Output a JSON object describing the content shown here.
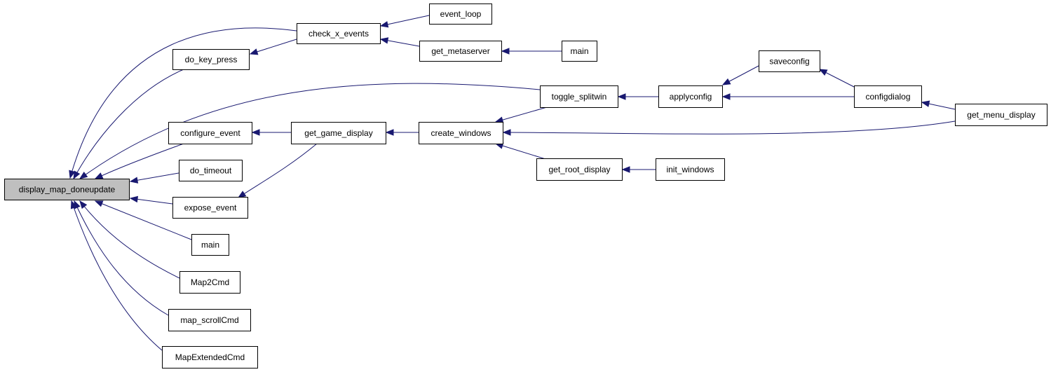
{
  "graph": {
    "edge_color": "#191970",
    "root_fill": "#bfbfbf",
    "nodes": [
      {
        "id": "display_map_doneupdate",
        "label": "display_map_doneupdate",
        "root": true
      },
      {
        "id": "check_x_events",
        "label": "check_x_events"
      },
      {
        "id": "do_key_press",
        "label": "do_key_press"
      },
      {
        "id": "event_loop",
        "label": "event_loop"
      },
      {
        "id": "get_metaserver",
        "label": "get_metaserver"
      },
      {
        "id": "main_a",
        "label": "main"
      },
      {
        "id": "toggle_splitwin",
        "label": "toggle_splitwin"
      },
      {
        "id": "applyconfig",
        "label": "applyconfig"
      },
      {
        "id": "saveconfig",
        "label": "saveconfig"
      },
      {
        "id": "configdialog",
        "label": "configdialog"
      },
      {
        "id": "get_menu_display",
        "label": "get_menu_display"
      },
      {
        "id": "configure_event",
        "label": "configure_event"
      },
      {
        "id": "get_game_display",
        "label": "get_game_display"
      },
      {
        "id": "create_windows",
        "label": "create_windows"
      },
      {
        "id": "do_timeout",
        "label": "do_timeout"
      },
      {
        "id": "expose_event",
        "label": "expose_event"
      },
      {
        "id": "get_root_display",
        "label": "get_root_display"
      },
      {
        "id": "init_windows",
        "label": "init_windows"
      },
      {
        "id": "main_b",
        "label": "main"
      },
      {
        "id": "Map2Cmd",
        "label": "Map2Cmd"
      },
      {
        "id": "map_scrollCmd",
        "label": "map_scrollCmd"
      },
      {
        "id": "MapExtendedCmd",
        "label": "MapExtendedCmd"
      }
    ],
    "edges": [
      {
        "from": "check_x_events",
        "to": "display_map_doneupdate"
      },
      {
        "from": "do_key_press",
        "to": "display_map_doneupdate"
      },
      {
        "from": "toggle_splitwin",
        "to": "display_map_doneupdate"
      },
      {
        "from": "configure_event",
        "to": "display_map_doneupdate"
      },
      {
        "from": "do_timeout",
        "to": "display_map_doneupdate"
      },
      {
        "from": "expose_event",
        "to": "display_map_doneupdate"
      },
      {
        "from": "main_b",
        "to": "display_map_doneupdate"
      },
      {
        "from": "Map2Cmd",
        "to": "display_map_doneupdate"
      },
      {
        "from": "map_scrollCmd",
        "to": "display_map_doneupdate"
      },
      {
        "from": "MapExtendedCmd",
        "to": "display_map_doneupdate"
      },
      {
        "from": "do_key_press",
        "to": "check_x_events"
      },
      {
        "from": "event_loop",
        "to": "check_x_events"
      },
      {
        "from": "get_metaserver",
        "to": "check_x_events"
      },
      {
        "from": "main_a",
        "to": "get_metaserver"
      },
      {
        "from": "applyconfig",
        "to": "toggle_splitwin"
      },
      {
        "from": "saveconfig",
        "to": "applyconfig"
      },
      {
        "from": "configdialog",
        "to": "applyconfig"
      },
      {
        "from": "configdialog",
        "to": "saveconfig"
      },
      {
        "from": "get_menu_display",
        "to": "configdialog"
      },
      {
        "from": "get_game_display",
        "to": "configure_event"
      },
      {
        "from": "get_game_display",
        "to": "expose_event"
      },
      {
        "from": "create_windows",
        "to": "get_game_display"
      },
      {
        "from": "toggle_splitwin",
        "to": "create_windows"
      },
      {
        "from": "get_menu_display",
        "to": "create_windows"
      },
      {
        "from": "get_root_display",
        "to": "create_windows"
      },
      {
        "from": "init_windows",
        "to": "get_root_display"
      }
    ]
  }
}
